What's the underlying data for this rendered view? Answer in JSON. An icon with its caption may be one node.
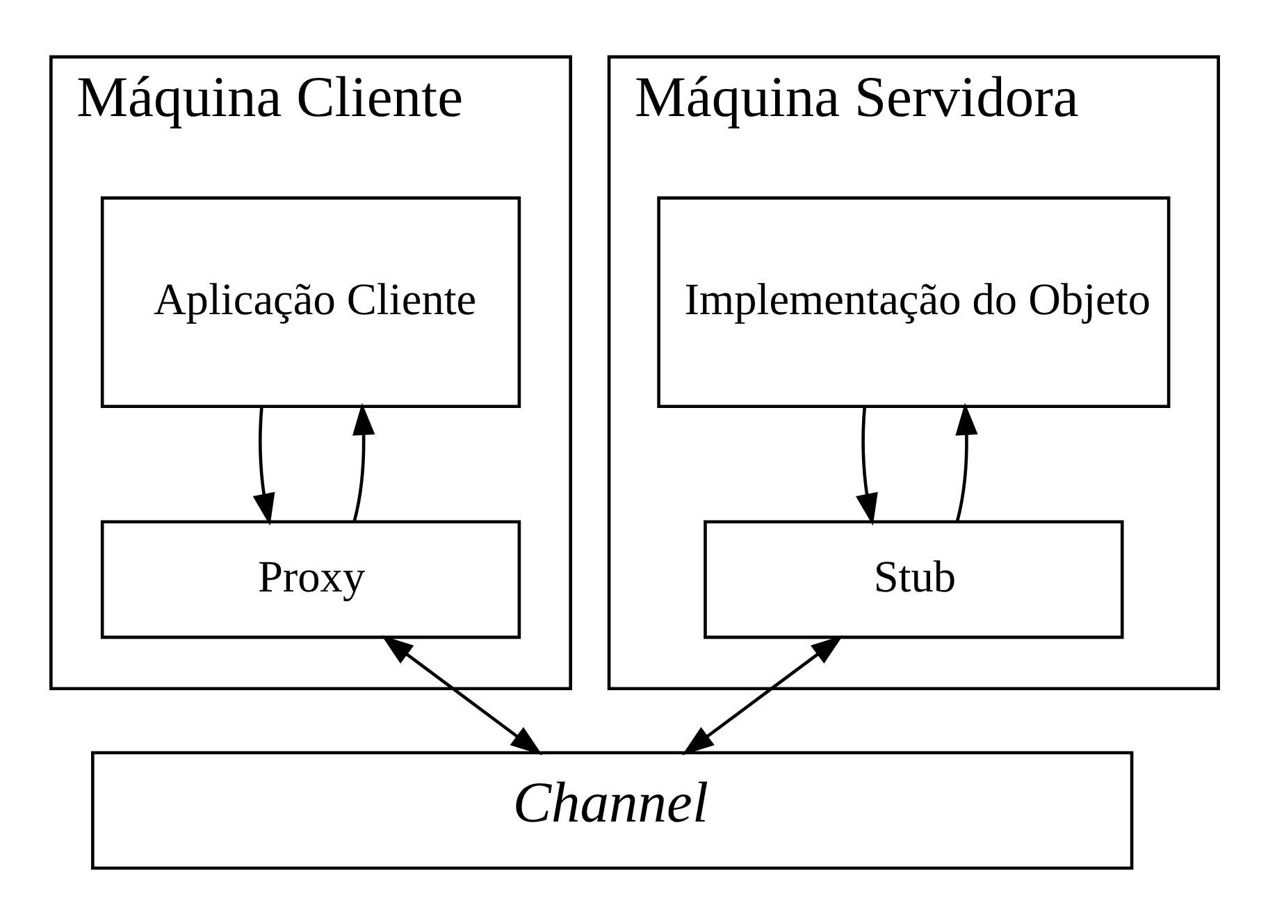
{
  "diagram": {
    "nodes": [
      {
        "text": [
          "Máquina Cliente"
        ]
      },
      {
        "text": [
          "Aplicação Cliente"
        ],
        "in": 0
      },
      {
        "text": [
          "Proxy"
        ],
        "in": 0
      },
      {
        "text": [
          "Máquina Servidora"
        ]
      },
      {
        "text": [
          "Implementação do Objeto"
        ],
        "in": 3
      },
      {
        "text": [
          "Stub"
        ],
        "in": 3
      },
      {
        "text": [
          "Channel"
        ]
      }
    ],
    "edges": [
      {
        "from": 2,
        "to": 1,
        "arrow": "to"
      },
      {
        "from": 1,
        "to": 2,
        "arrow": "to"
      },
      {
        "from": 5,
        "to": 4,
        "arrow": "to"
      },
      {
        "from": 4,
        "to": 5,
        "arrow": "to"
      },
      {
        "from": 2,
        "to": 6,
        "arrow": "both"
      },
      {
        "from": 5,
        "to": 6,
        "arrow": "both"
      }
    ]
  }
}
